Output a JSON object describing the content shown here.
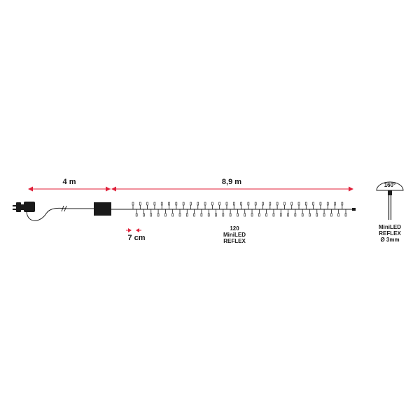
{
  "dimensions": {
    "cable_length": "4 m",
    "chain_length": "8,9 m",
    "spacing": "7 cm"
  },
  "chain_label": {
    "count": "120",
    "type_line1": "MiniLED",
    "type_line2": "REFLEX"
  },
  "led_detail": {
    "angle": "160°",
    "line1": "MiniLED",
    "line2": "REFLEX",
    "line3": "Ø 3mm"
  },
  "led_count_drawn": 60,
  "colors": {
    "dimension_arrow": "#e0203a",
    "cable": "#1a1a1a",
    "led_bulb": "#ffffff",
    "text": "#1a1a1a"
  },
  "icons": [
    "plug-icon",
    "controller-box-icon",
    "led-bulb-icon"
  ]
}
